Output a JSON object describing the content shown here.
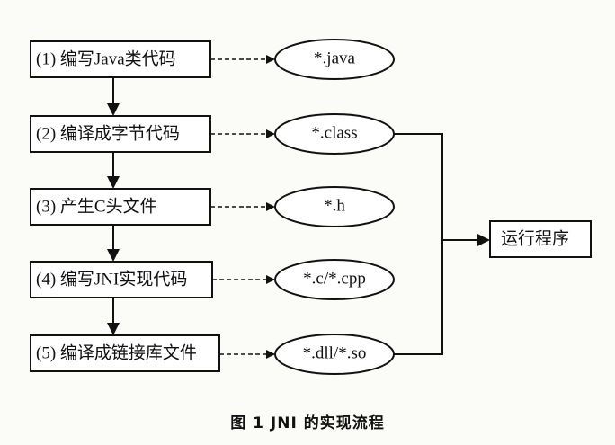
{
  "steps": [
    {
      "label": "(1) 编写Java类代码"
    },
    {
      "label": "(2) 编译成字节代码"
    },
    {
      "label": "(3) 产生C头文件"
    },
    {
      "label": "(4) 编写JNI实现代码"
    },
    {
      "label": "(5) 编译成链接库文件"
    }
  ],
  "files": [
    {
      "label": "*.java"
    },
    {
      "label": "*.class"
    },
    {
      "label": "*.h"
    },
    {
      "label": "*.c/*.cpp"
    },
    {
      "label": "*.dll/*.so"
    }
  ],
  "result": {
    "label": "运行程序"
  },
  "caption": "图 1    JNI 的实现流程"
}
